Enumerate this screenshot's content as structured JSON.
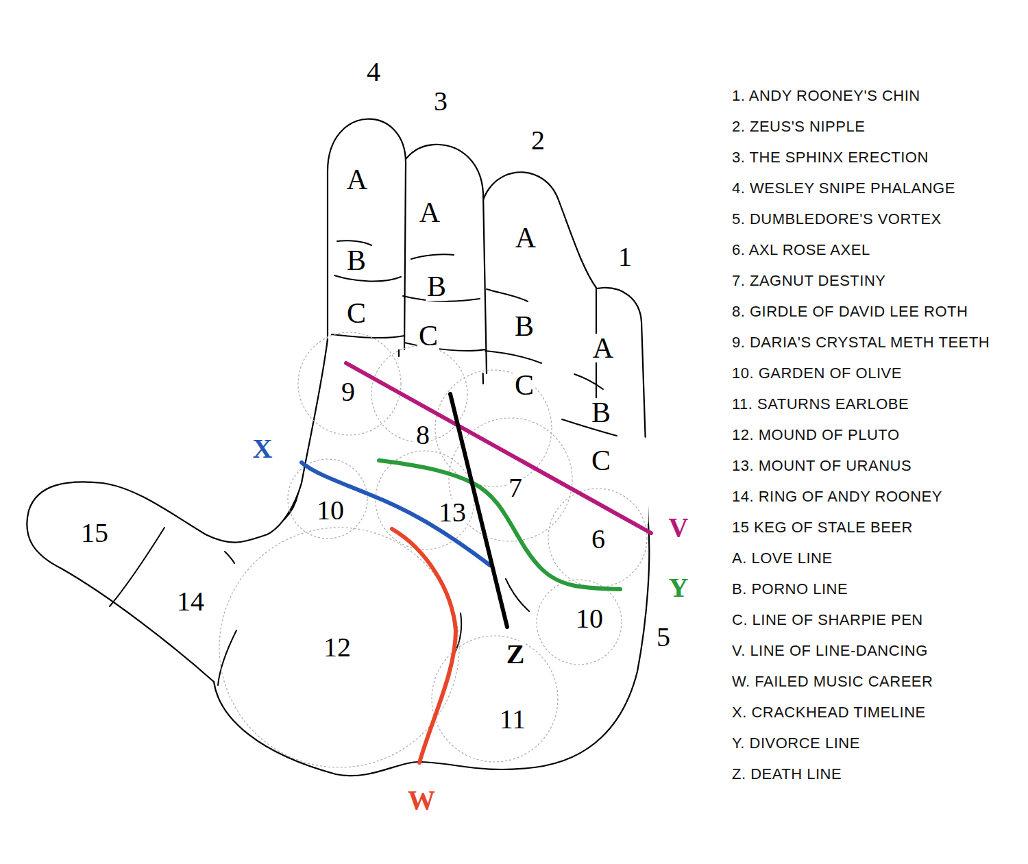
{
  "diagram": {
    "labels": [
      "4",
      "3",
      "2",
      "1",
      "A",
      "A",
      "A",
      "A",
      "B",
      "B",
      "B",
      "B",
      "C",
      "C",
      "C",
      "C",
      "9",
      "8",
      "7",
      "13",
      "10",
      "6",
      "10",
      "5",
      "12",
      "11",
      "14",
      "15",
      "X",
      "V",
      "Y",
      "Z",
      "W",
      "1. ANDY ROONEY'S CHIN",
      "2. ZEUS'S NIPPLE",
      "3. THE SPHINX ERECTION",
      "4. WESLEY SNIPE PHALANGE",
      "5. DUMBLEDORE'S VORTEX",
      "6. AXL ROSE AXEL",
      "7. ZAGNUT DESTINY",
      "8. GIRDLE OF DAVID LEE ROTH",
      "9. DARIA'S CRYSTAL METH TEETH",
      "10. GARDEN OF OLIVE",
      "11. SATURNS EARLOBE",
      "12. MOUND OF PLUTO",
      "13. MOUNT OF URANUS",
      "14. RING OF ANDY ROONEY",
      "15 KEG OF STALE BEER",
      "A. LOVE LINE",
      "B. PORNO LINE",
      "C. LINE OF SHARPIE PEN",
      "V. LINE OF LINE-DANCING",
      "W. FAILED MUSIC CAREER",
      "X. CRACKHEAD TIMELINE",
      "Y. DIVORCE LINE",
      "Z. DEATH LINE"
    ]
  }
}
